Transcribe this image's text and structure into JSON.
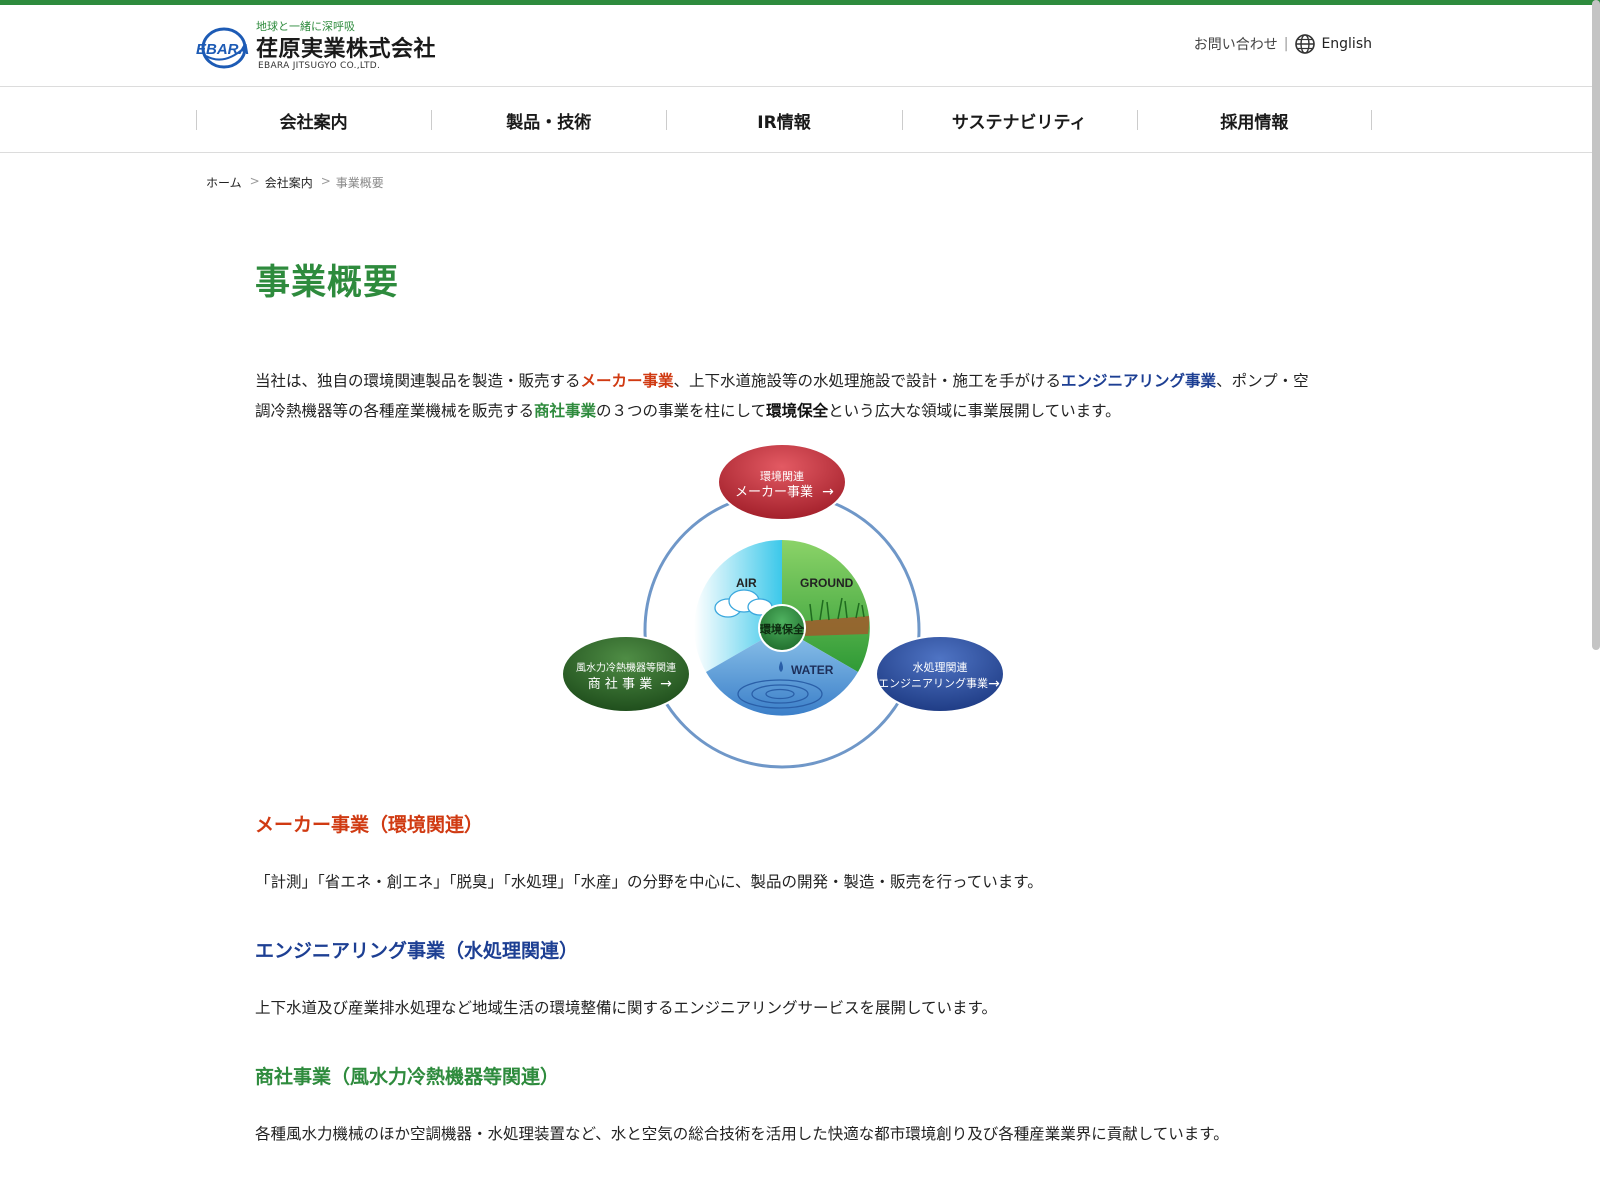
{
  "header": {
    "logo_mark": "EBARA",
    "logo_tagline": "地球と一緒に深呼吸",
    "logo_name": "荏原実業株式会社",
    "logo_en": "EBARA JITSUGYO CO.,LTD.",
    "contact_label": "お問い合わせ",
    "separator": "|",
    "language_label": "English",
    "language_icon": "globe-icon"
  },
  "nav": {
    "items": [
      {
        "label": "会社案内"
      },
      {
        "label": "製品・技術"
      },
      {
        "label": "IR情報"
      },
      {
        "label": "サステナビリティ"
      },
      {
        "label": "採用情報"
      }
    ]
  },
  "breadcrumb": {
    "home": "ホーム",
    "parent": "会社案内",
    "current": "事業概要",
    "separator": ">"
  },
  "page": {
    "title": "事業概要",
    "intro": {
      "p1": "当社は、独自の環境関連製品を製造・販売する",
      "maker": "メーカー事業",
      "p2": "、上下水道施設等の水処理施設で設計・施工を手がける",
      "engineering": "エンジニアリング事業",
      "p3": "、ポンプ・空調冷熱機器等の各種産業機械を販売する",
      "trading": "商社事業",
      "p4": "の３つの事業を柱にして",
      "env": "環境保全",
      "p5": "という広大な領域に事業展開しています。"
    }
  },
  "diagram": {
    "center": "環境保全",
    "air": "AIR",
    "ground": "GROUND",
    "water": "WATER",
    "maker_top": "環境関連",
    "maker_bottom": "メーカー事業",
    "engineering_top": "水処理関連",
    "engineering_bottom": "エンジニアリング事業",
    "trading_top": "風水力冷熱機器等関連",
    "trading_bottom": "商 社 事 業",
    "arrow": "→",
    "colors": {
      "maker": "#c8323c",
      "engineering": "#2a4f9c",
      "trading": "#2f6b2a",
      "ring": "#6f97c8"
    }
  },
  "sections": [
    {
      "heading": "メーカー事業（環境関連）",
      "text": "「計測」「省エネ・創エネ」「脱臭」「水処理」「水産」の分野を中心に、製品の開発・製造・販売を行っています。"
    },
    {
      "heading": "エンジニアリング事業（水処理関連）",
      "text": "上下水道及び産業排水処理など地域生活の環境整備に関するエンジニアリングサービスを展開しています。"
    },
    {
      "heading": "商社事業（風水力冷熱機器等関連）",
      "text": "各種風水力機械のほか空調機器・水処理装置など、水と空気の総合技術を活用した快適な都市環境創り及び各種産業業界に貢献しています。"
    }
  ],
  "theme": {
    "brand_green": "#2e8b3d",
    "accent_red": "#d03a12",
    "accent_blue": "#1d3f93"
  }
}
